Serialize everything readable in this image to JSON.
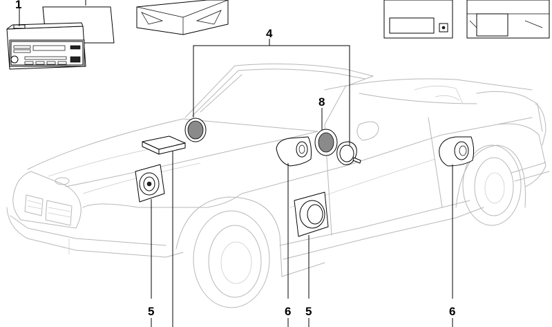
{
  "diagram": {
    "callouts": [
      {
        "id": "c1",
        "label": "1"
      },
      {
        "id": "c4",
        "label": "4"
      },
      {
        "id": "c8",
        "label": "8"
      },
      {
        "id": "c5a",
        "label": "5"
      },
      {
        "id": "c6a",
        "label": "6"
      },
      {
        "id": "c5b",
        "label": "5"
      },
      {
        "id": "c6b",
        "label": "6"
      }
    ],
    "colors": {
      "background": "#ffffff",
      "vehicle_outline": "#b7b7b7",
      "component_outline": "#000000"
    }
  }
}
